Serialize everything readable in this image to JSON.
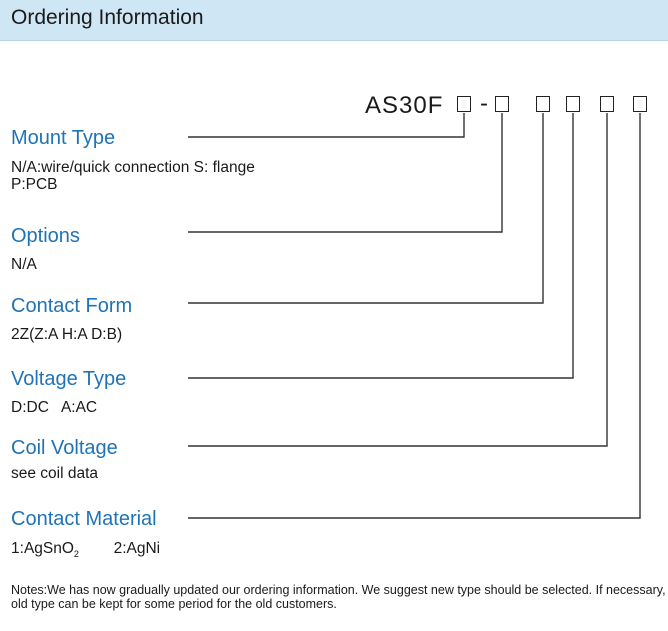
{
  "header": {
    "title": "Ordering Information"
  },
  "code": {
    "prefix": "AS30F",
    "separator": "-"
  },
  "sections": [
    {
      "title": "Mount Type",
      "lines": [
        "N/A:wire/quick connection S: flange",
        "P:PCB"
      ]
    },
    {
      "title": "Options",
      "lines": [
        "N/A"
      ]
    },
    {
      "title": "Contact Form",
      "lines": [
        "2Z(Z:A H:A D:B)"
      ]
    },
    {
      "title": "Voltage Type",
      "lines": [
        "D:DC   A:AC"
      ]
    },
    {
      "title": "Coil Voltage",
      "lines": [
        "see coil data"
      ]
    },
    {
      "title": "Contact Material",
      "options": [
        {
          "code": "1",
          "sep": ":",
          "base": "AgSnO",
          "sub": "2"
        },
        {
          "code": "2",
          "sep": ":",
          "base": "AgNi",
          "sub": ""
        }
      ]
    }
  ],
  "notes": "Notes:We has now gradually updated our ordering information. We suggest new type should be selected. If necessary, old type can be kept for some period for the old customers.",
  "colors": {
    "header_bg": "#cfe6f5",
    "section_title": "#1f73b7",
    "text": "#1a1a1a",
    "line": "#333333"
  }
}
